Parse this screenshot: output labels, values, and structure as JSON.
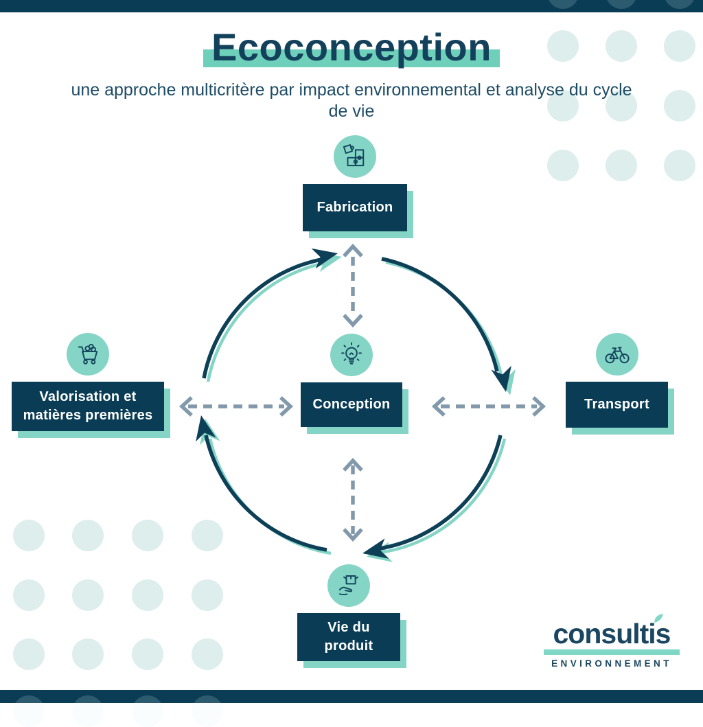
{
  "title": "Ecoconception",
  "subtitle": "une approche multicritère par impact environnemental et analyse du cycle de vie",
  "nodes": {
    "fabrication": {
      "label": "Fabrication",
      "icon": "puzzle-icon"
    },
    "transport": {
      "label": "Transport",
      "icon": "bicycle-icon"
    },
    "vie_du_produit": {
      "label": "Vie du produit",
      "icon": "hand-box-icon"
    },
    "valorisation": {
      "label": "Valorisation et matières premières",
      "icon": "cart-icon"
    },
    "conception": {
      "label": "Conception",
      "icon": "lightbulb-icon"
    }
  },
  "cycle_order": [
    "valorisation",
    "fabrication",
    "transport",
    "vie_du_produit"
  ],
  "logo": {
    "name": "consultis",
    "tagline": "ENVIRONNEMENT"
  },
  "colors": {
    "navy": "#0a3d55",
    "accent": "#6ecfbb",
    "teal_soft": "#85d5c6",
    "dashed_arrow": "#8299ab",
    "dot": "#ddeeec",
    "text": "#1d4c66"
  }
}
